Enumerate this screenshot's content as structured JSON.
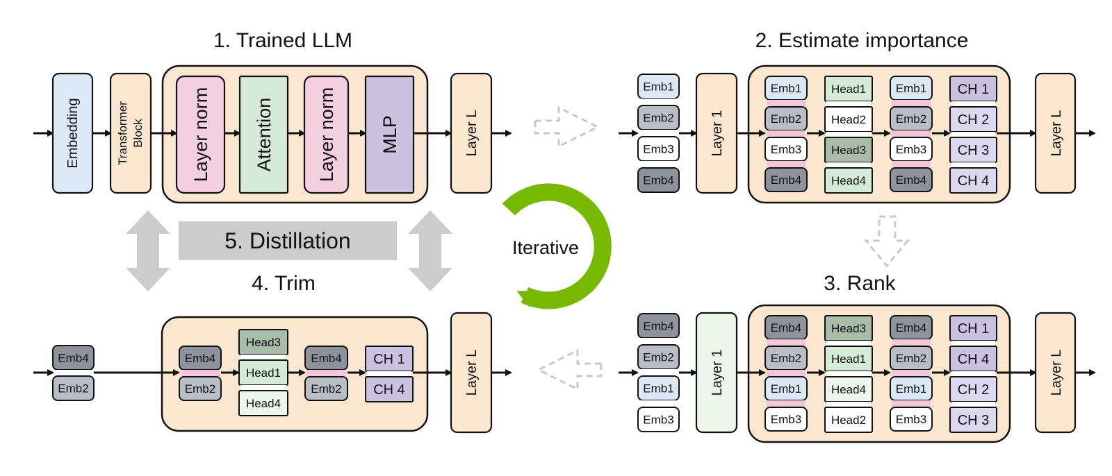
{
  "colors": {
    "peach": "#fbe6cf",
    "blue": "#dbe9f8",
    "pink": "#f4cfe0",
    "green": "#d6ebd7",
    "green_dark": "#a8bca8",
    "purple": "#c9c2e0",
    "purple_light": "#dcd8ef",
    "gray_dark": "#8e939b",
    "gray_mid": "#b9bec6",
    "gray_light": "#dce8f6",
    "white": "#ffffff",
    "emb_sep": "#f2c7d7",
    "arrow_gray": "#cccccc",
    "dash_gray": "#c8c8c8",
    "cycle_green": "#76b900",
    "layer1_light": "#eef6ec"
  },
  "sections": {
    "s1_title": "1. Trained LLM",
    "s2_title": "2. Estimate importance",
    "s3_title": "3. Rank",
    "s4_title": "4. Trim",
    "s5_label": "5. Distillation",
    "cycle_label": "Iterative"
  },
  "s1": {
    "embedding": "Embedding",
    "transformer_block_line1": "Transformer",
    "transformer_block_line2": "Block",
    "layer_norm_1": "Layer norm",
    "attention": "Attention",
    "layer_norm_2": "Layer norm",
    "mlp": "MLP",
    "layer_l": "Layer L"
  },
  "s2": {
    "embs": [
      "Emb1",
      "Emb2",
      "Emb3",
      "Emb4"
    ],
    "layer_1": "Layer 1",
    "inner_embs_a": [
      "Emb1",
      "Emb2",
      "Emb3",
      "Emb4"
    ],
    "heads": [
      "Head1",
      "Head2",
      "Head3",
      "Head4"
    ],
    "inner_embs_b": [
      "Emb1",
      "Emb2",
      "Emb3",
      "Emb4"
    ],
    "chs": [
      "CH 1",
      "CH 2",
      "CH 3",
      "CH 4"
    ],
    "layer_l": "Layer L"
  },
  "s3": {
    "embs": [
      "Emb4",
      "Emb2",
      "Emb1",
      "Emb3"
    ],
    "layer_1": "Layer 1",
    "inner_embs_a": [
      "Emb4",
      "Emb2",
      "Emb1",
      "Emb3"
    ],
    "heads": [
      "Head3",
      "Head1",
      "Head4",
      "Head2"
    ],
    "inner_embs_b": [
      "Emb4",
      "Emb2",
      "Emb1",
      "Emb3"
    ],
    "chs": [
      "CH 1",
      "CH 4",
      "CH 2",
      "CH 3"
    ],
    "layer_l": "Layer L"
  },
  "s4": {
    "embs": [
      "Emb4",
      "Emb2"
    ],
    "inner_embs_a": [
      "Emb4",
      "Emb2"
    ],
    "heads": [
      "Head3",
      "Head1",
      "Head4"
    ],
    "inner_embs_b": [
      "Emb4",
      "Emb2"
    ],
    "chs": [
      "CH 1",
      "CH 4"
    ],
    "layer_l": "Layer L"
  }
}
